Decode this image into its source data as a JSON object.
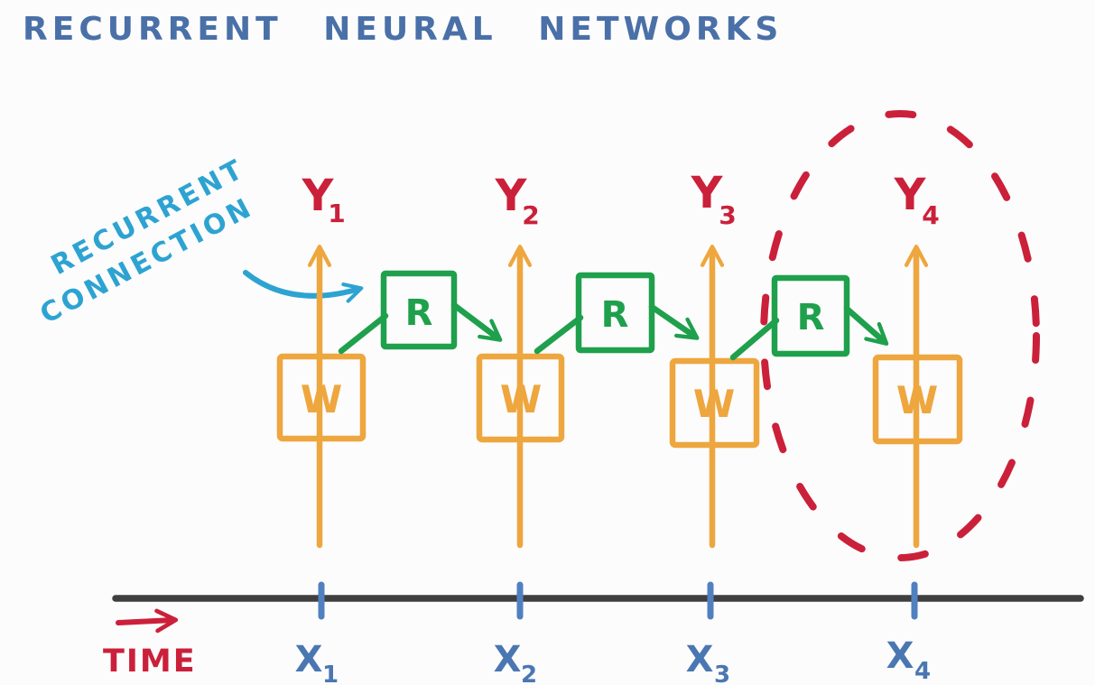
{
  "title": "RECURRENT NEURAL NETWORKS",
  "annotation": {
    "line1": "RECURRENT",
    "line2": "CONNECTION"
  },
  "columns": [
    {
      "output_label": "Y",
      "output_sub": "1",
      "weight_label": "W",
      "input_label": "X",
      "input_sub": "1"
    },
    {
      "output_label": "Y",
      "output_sub": "2",
      "weight_label": "W",
      "input_label": "X",
      "input_sub": "2"
    },
    {
      "output_label": "Y",
      "output_sub": "3",
      "weight_label": "W",
      "input_label": "X",
      "input_sub": "3"
    },
    {
      "output_label": "Y",
      "output_sub": "4",
      "weight_label": "W",
      "input_label": "X",
      "input_sub": "4"
    }
  ],
  "recurrent_units": [
    {
      "label": "R"
    },
    {
      "label": "R"
    },
    {
      "label": "R"
    }
  ],
  "time_axis": {
    "label": "TIME"
  },
  "colors": {
    "title_blue": "#4a70a8",
    "annotation_cyan": "#2da3d2",
    "output_red": "#cb203a",
    "weight_orange": "#eea63e",
    "recurrent_green": "#1fa04c",
    "input_blue": "#4a77b2",
    "tick_blue": "#5080c0",
    "axis_dark": "#3f3f3f",
    "background": "#fcfcfc"
  }
}
